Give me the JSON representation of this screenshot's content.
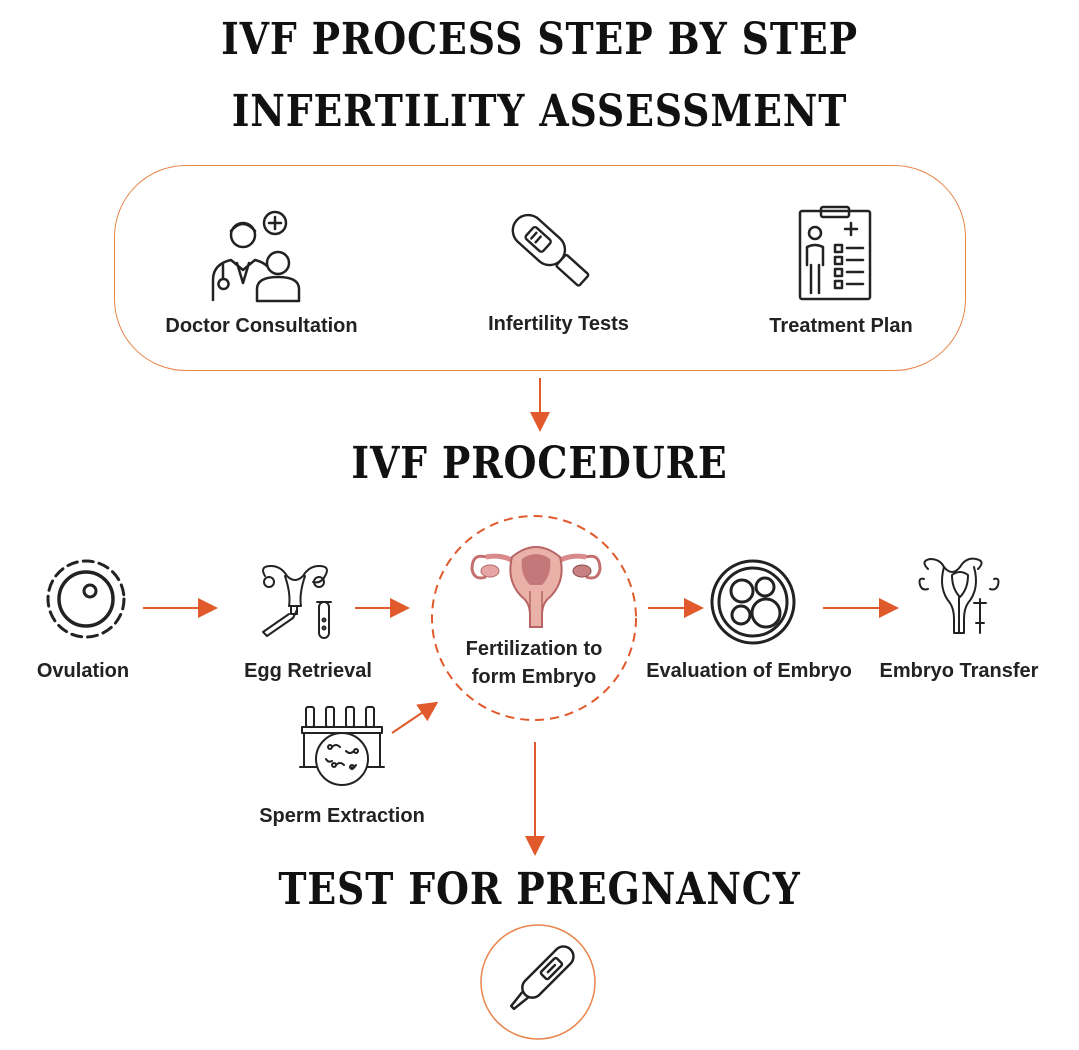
{
  "headings": {
    "title": "IVF PROCESS STEP BY STEP",
    "assessment": "INFERTILITY ASSESSMENT",
    "procedure": "IVF PROCEDURE",
    "pregnancy": "TEST FOR PREGNANCY"
  },
  "assessment_items": [
    {
      "label": "Doctor Consultation",
      "icon": "doctor-patient-icon"
    },
    {
      "label": "Infertility Tests",
      "icon": "test-stick-icon"
    },
    {
      "label": "Treatment Plan",
      "icon": "clipboard-plan-icon"
    }
  ],
  "procedure_steps": [
    {
      "label": "Ovulation",
      "icon": "egg-cell-icon"
    },
    {
      "label": "Egg Retrieval",
      "icon": "retrieval-icon"
    },
    {
      "label": "Fertilization to",
      "label2": "form Embryo",
      "icon": "uterus-icon"
    },
    {
      "label": "Evaluation of Embryo",
      "icon": "embryo-cells-icon"
    },
    {
      "label": "Embryo Transfer",
      "icon": "transfer-icon"
    }
  ],
  "sperm_step": {
    "label": "Sperm Extraction",
    "icon": "sperm-sample-icon"
  },
  "colors": {
    "accent": "#e8854a",
    "arrow": "#e05a2b",
    "text": "#222222"
  }
}
